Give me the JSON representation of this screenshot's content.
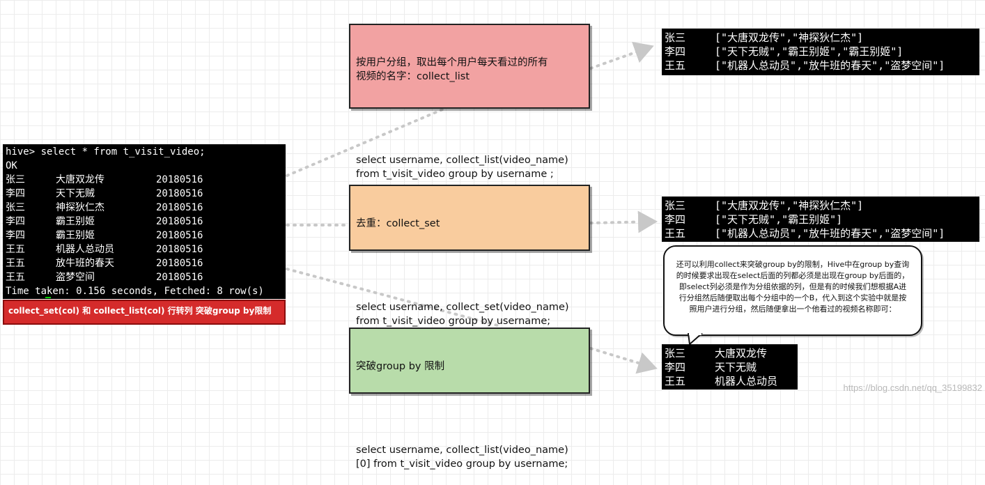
{
  "terminal": {
    "command_line": "hive> select * from t_visit_video;",
    "ok_line": "OK",
    "rows": [
      {
        "user": "张三",
        "video": "大唐双龙传",
        "date": "20180516"
      },
      {
        "user": "李四",
        "video": "天下无贼",
        "date": "20180516"
      },
      {
        "user": "张三",
        "video": "神探狄仁杰",
        "date": "20180516"
      },
      {
        "user": "李四",
        "video": "霸王别姬",
        "date": "20180516"
      },
      {
        "user": "李四",
        "video": "霸王别姬",
        "date": "20180516"
      },
      {
        "user": "王五",
        "video": "机器人总动员",
        "date": "20180516"
      },
      {
        "user": "王五",
        "video": "放牛班的春天",
        "date": "20180516"
      },
      {
        "user": "王五",
        "video": "盗梦空间",
        "date": "20180516"
      }
    ],
    "footer_line": "Time taken: 0.156 seconds, Fetched: 8 row(s)"
  },
  "caption_bar": "collect_set(col) 和 collect_list(col) 行转列 突破group by限制",
  "notes": {
    "collect_list": {
      "title": "按用户分组，取出每个用户每天看过的所有\n视频的名字：collect_list",
      "sql": "select username, collect_list(video_name)\nfrom t_visit_video group by username ;"
    },
    "collect_set": {
      "title": "去重：collect_set",
      "sql": "select username, collect_set(video_name)\nfrom t_visit_video group by username;"
    },
    "group_by": {
      "title": "突破group by 限制",
      "sql": "select username, collect_list(video_name)\n[0] from t_visit_video group by username;"
    }
  },
  "results": {
    "collect_list": [
      {
        "user": "张三",
        "value": "[\"大唐双龙传\",\"神探狄仁杰\"]"
      },
      {
        "user": "李四",
        "value": "[\"天下无贼\",\"霸王别姬\",\"霸王别姬\"]"
      },
      {
        "user": "王五",
        "value": "[\"机器人总动员\",\"放牛班的春天\",\"盗梦空间\"]"
      }
    ],
    "collect_set": [
      {
        "user": "张三",
        "value": "[\"大唐双龙传\",\"神探狄仁杰\"]"
      },
      {
        "user": "李四",
        "value": "[\"天下无贼\",\"霸王别姬\"]"
      },
      {
        "user": "王五",
        "value": "[\"机器人总动员\",\"放牛班的春天\",\"盗梦空间\"]"
      }
    ],
    "group_by": [
      {
        "user": "张三",
        "value": "大唐双龙传"
      },
      {
        "user": "李四",
        "value": "天下无贼"
      },
      {
        "user": "王五",
        "value": "机器人总动员"
      }
    ]
  },
  "callout": "还可以利用collect来突破group by的限制，Hive中在group by查询的时候要求出现在select后面的列都必须是出现在group by后面的，即select列必须是作为分组依据的列，但是有的时候我们想根据A进行分组然后随便取出每个分组中的一个B，代入到这个实验中就是按照用户进行分组，然后随便拿出一个他看过的视频名称即可：",
  "watermark": "https://blog.csdn.net/qq_35199832",
  "colors": {
    "pink_note": "#f2a2a2",
    "orange_note": "#f9cc9e",
    "green_note": "#b8dcaa",
    "caption_bar": "#d52b2b",
    "connector": "#c8c8c8"
  }
}
